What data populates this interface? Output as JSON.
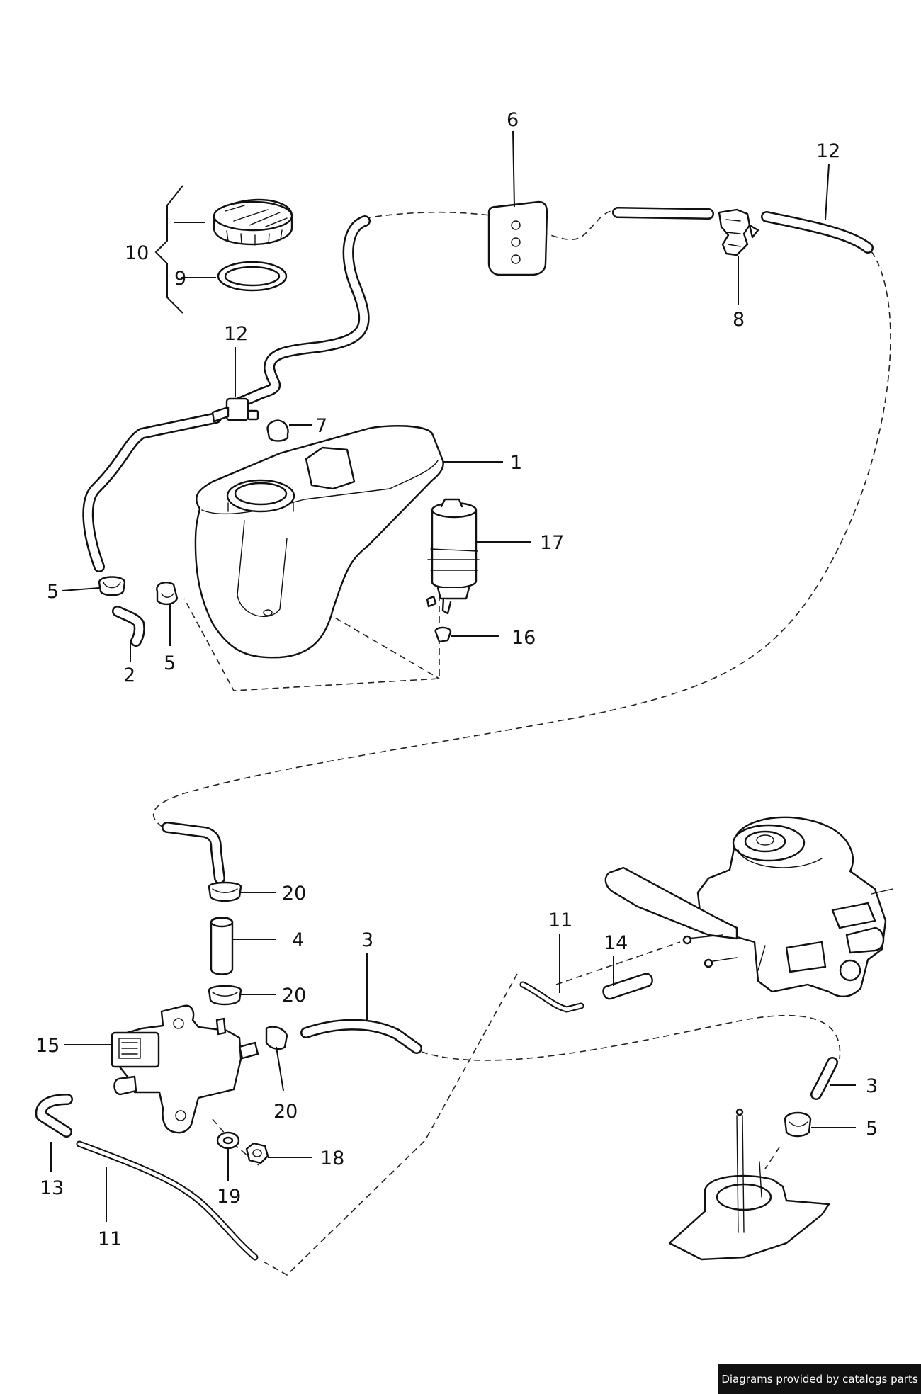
{
  "credit": "Diagrams provided by catalogs parts",
  "callouts": {
    "c1": "1",
    "c2": "2",
    "c3a": "3",
    "c3b": "3",
    "c4": "4",
    "c5a": "5",
    "c5b": "5",
    "c5c": "5",
    "c6": "6",
    "c7": "7",
    "c8": "8",
    "c9": "9",
    "c10": "10",
    "c11a": "11",
    "c11b": "11",
    "c12a": "12",
    "c12b": "12",
    "c13": "13",
    "c14": "14",
    "c15": "15",
    "c16": "16",
    "c17": "17",
    "c18": "18",
    "c19": "19",
    "c20a": "20",
    "c20b": "20",
    "c20c": "20"
  }
}
